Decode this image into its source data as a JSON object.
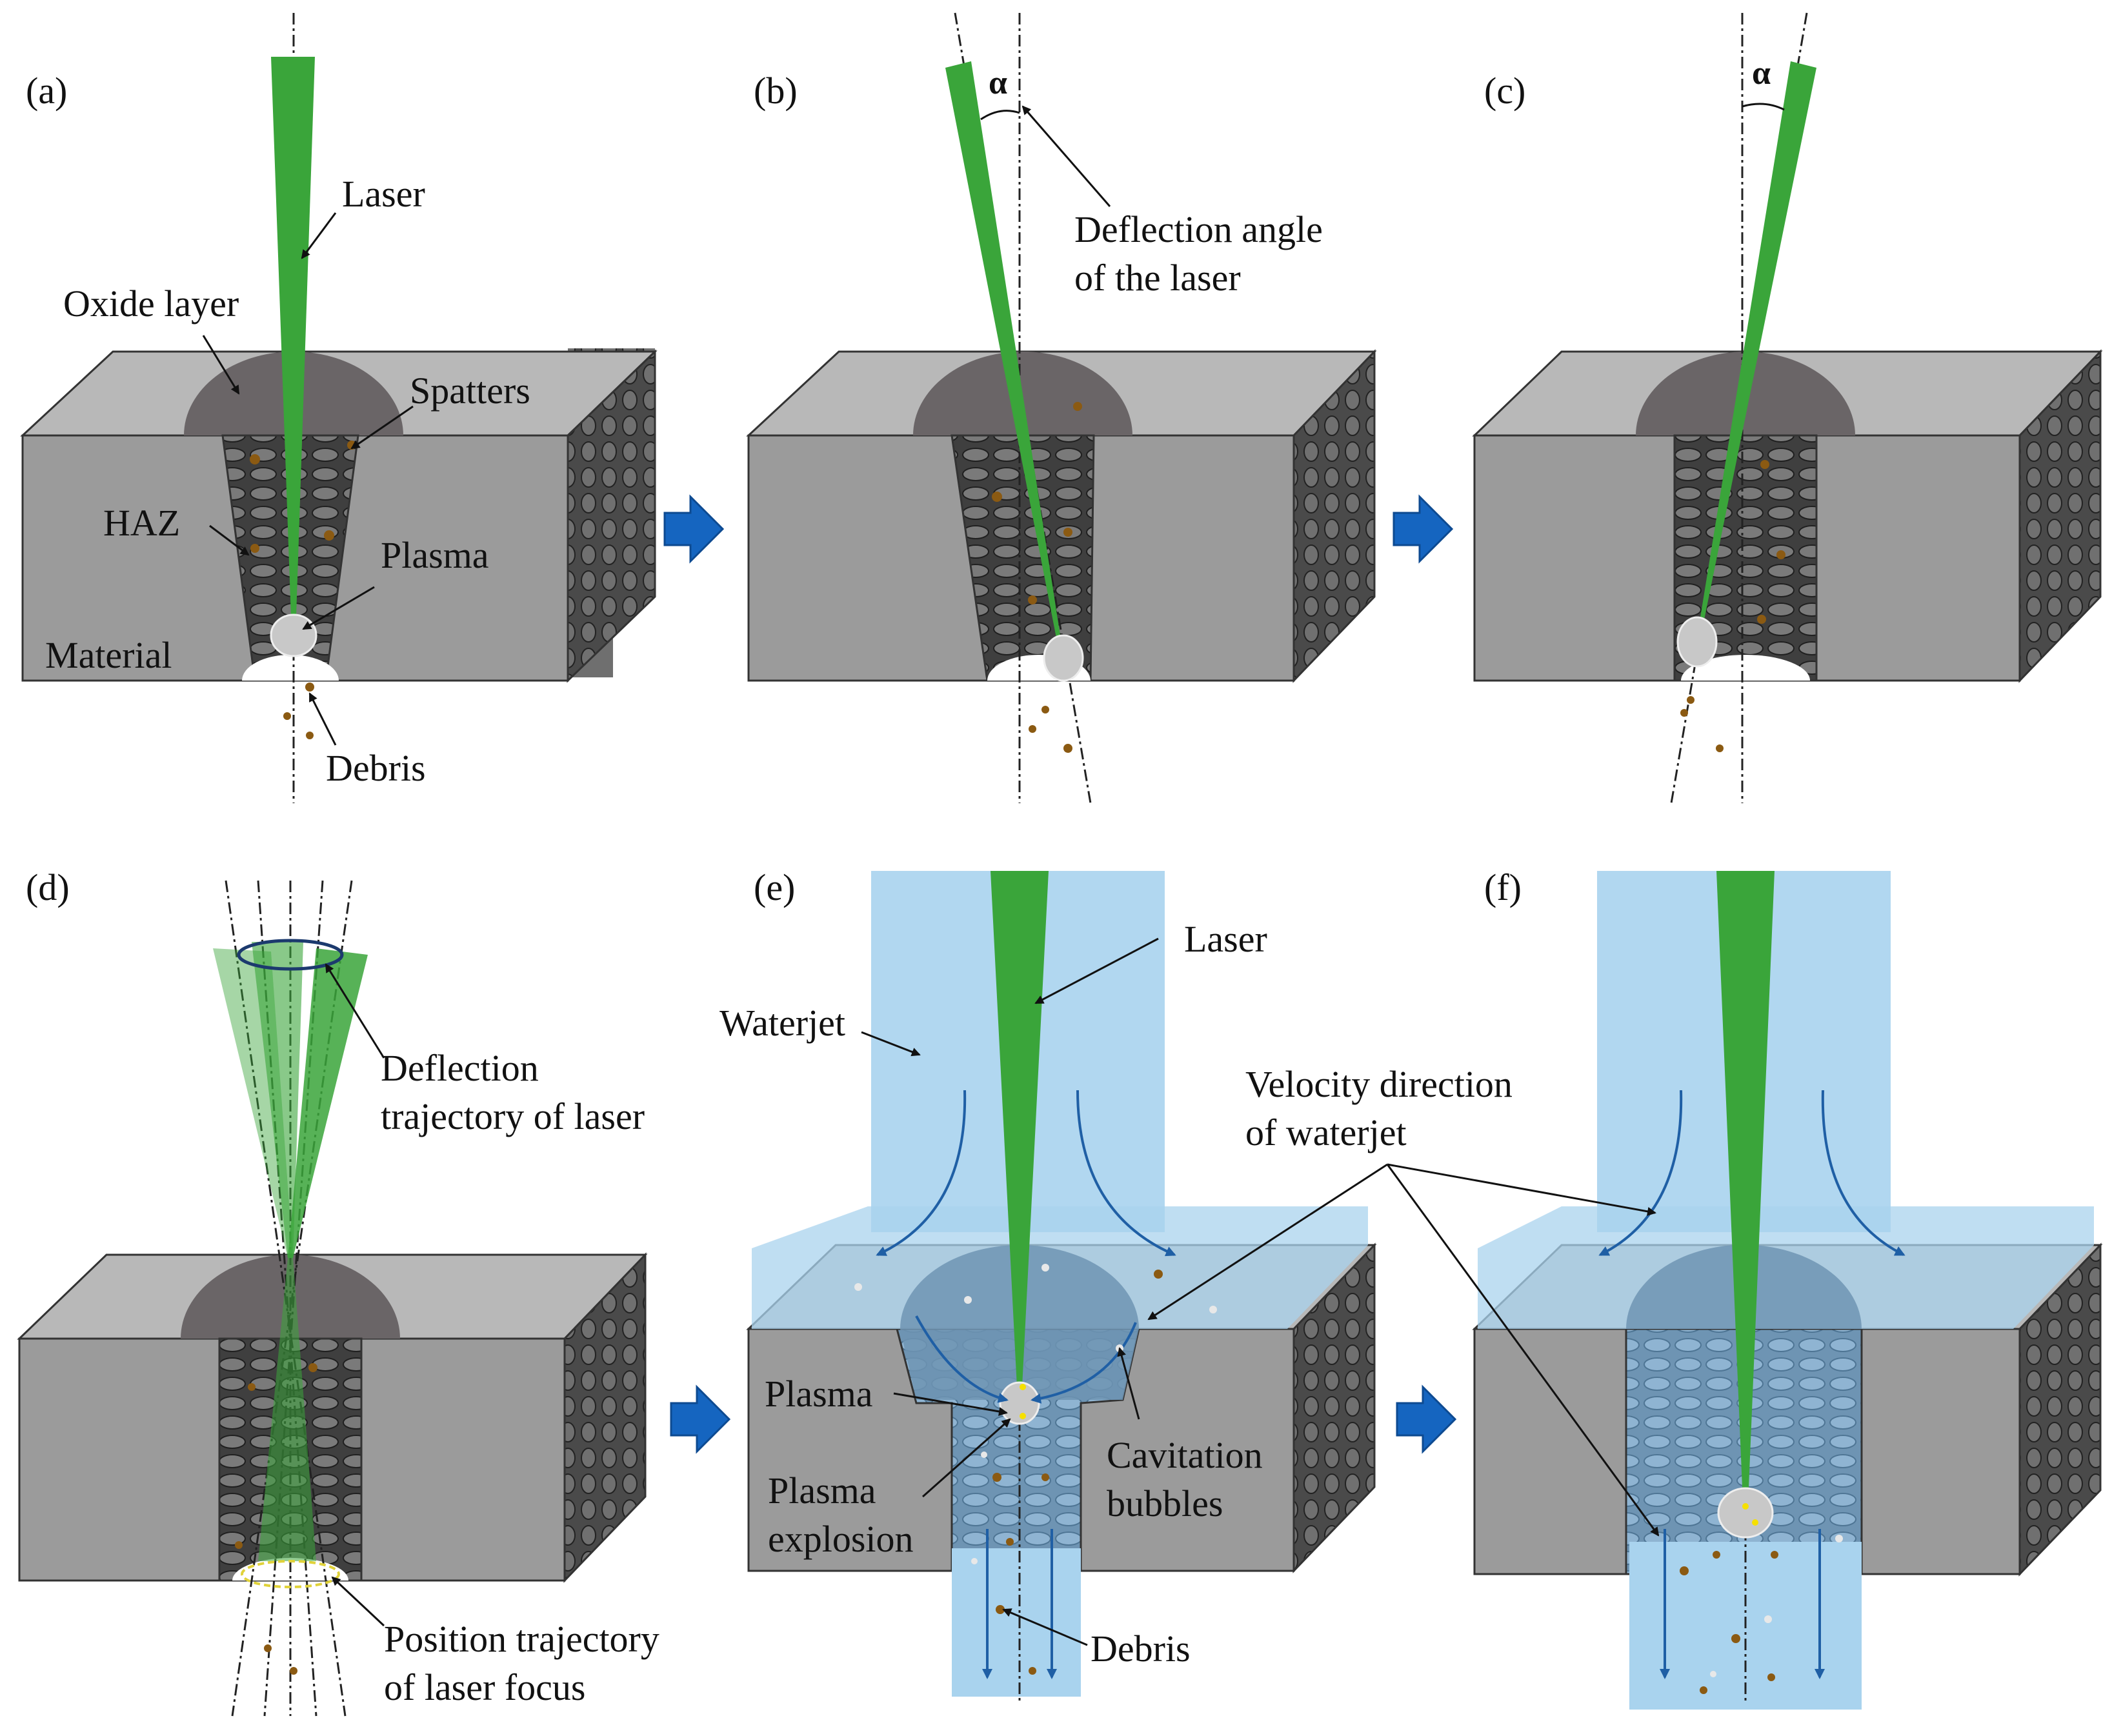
{
  "panels": {
    "a": {
      "tag": "(a)",
      "laser": "Laser",
      "oxide": "Oxide layer",
      "spatters": "Spatters",
      "haz": "HAZ",
      "plasma": "Plasma",
      "material": "Material",
      "debris": "Debris"
    },
    "b": {
      "tag": "(b)",
      "alpha": "α",
      "deflection_1": "Deflection angle",
      "deflection_2": "of the laser"
    },
    "c": {
      "tag": "(c)",
      "alpha": "α"
    },
    "d": {
      "tag": "(d)",
      "traj_1": "Deflection",
      "traj_2": "trajectory of laser",
      "focus_1": "Position trajectory",
      "focus_2": "of laser focus"
    },
    "e": {
      "tag": "(e)",
      "laser": "Laser",
      "waterjet": "Waterjet",
      "plasma": "Plasma",
      "explosion_1": "Plasma",
      "explosion_2": "explosion",
      "cavitation_1": "Cavitation",
      "cavitation_2": "bubbles",
      "debris": "Debris"
    },
    "f": {
      "tag": "(f)",
      "velocity_1": "Velocity direction",
      "velocity_2": "of waterjet"
    }
  },
  "colors": {
    "laser": "#3aa53a",
    "laser_dark": "#2e8b2e",
    "material_front": "#9b9b9b",
    "material_top": "#b8b8b8",
    "material_side": "#6f6f6f",
    "oxide": "#6a6567",
    "haz": "#3f3f3f",
    "water": "#a9d3ee",
    "water_flow": "#1f5fa5",
    "arrow": "#1565c0",
    "debris": "#8b5a12"
  }
}
